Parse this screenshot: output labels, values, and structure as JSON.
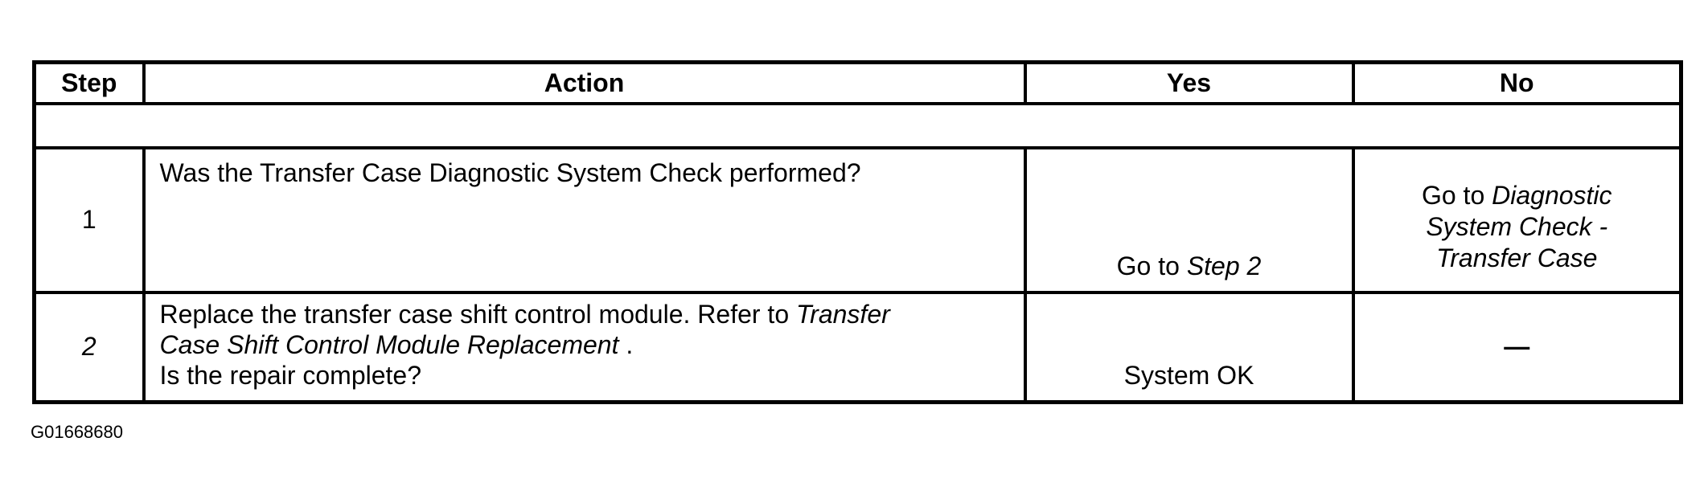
{
  "table": {
    "headers": {
      "step": "Step",
      "action": "Action",
      "yes": "Yes",
      "no": "No"
    },
    "rows": [
      {
        "step": "1",
        "action_text": "Was the Transfer Case Diagnostic System Check performed?",
        "yes_prefix": "Go to ",
        "yes_link": "Step 2",
        "no_prefix": "Go to ",
        "no_link_line1": "Diagnostic",
        "no_link_line2": "System Check -",
        "no_link_line3": "Transfer Case"
      },
      {
        "step": "2",
        "action_text": "Replace the transfer case shift control module. Refer to ",
        "action_link_line1": "Transfer",
        "action_link_line2": "Case Shift Control Module Replacement",
        "action_link_suffix": " .",
        "action_question": "Is the repair complete?",
        "yes_text": "System OK",
        "no_text": "—"
      }
    ]
  },
  "figure_id": "G01668680"
}
